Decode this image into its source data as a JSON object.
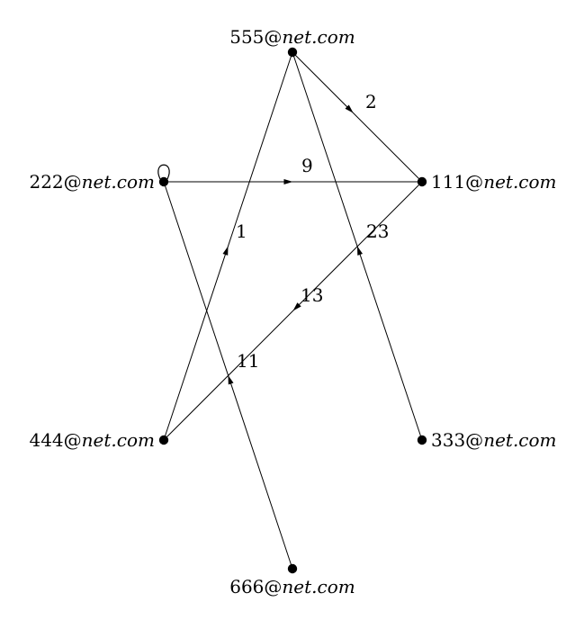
{
  "graph": {
    "nodes": [
      {
        "id": "555",
        "user": "555@",
        "domain": "net.com"
      },
      {
        "id": "222",
        "user": "222@",
        "domain": "net.com"
      },
      {
        "id": "111",
        "user": "111@",
        "domain": "net.com"
      },
      {
        "id": "444",
        "user": "444@",
        "domain": "net.com"
      },
      {
        "id": "333",
        "user": "333@",
        "domain": "net.com"
      },
      {
        "id": "666",
        "user": "666@",
        "domain": "net.com"
      }
    ],
    "edges": [
      {
        "id": "555-111",
        "from": "555",
        "to": "111",
        "weight": "2"
      },
      {
        "id": "222-111",
        "from": "222",
        "to": "111",
        "weight": "9"
      },
      {
        "id": "444-555",
        "from": "444",
        "to": "555",
        "weight": "1"
      },
      {
        "id": "333-555",
        "from": "333",
        "to": "555",
        "weight": "23"
      },
      {
        "id": "111-444",
        "from": "111",
        "to": "444",
        "weight": "13"
      },
      {
        "id": "666-222",
        "from": "666",
        "to": "222",
        "weight": "11"
      }
    ],
    "self_loops": [
      {
        "node": "222"
      }
    ]
  }
}
